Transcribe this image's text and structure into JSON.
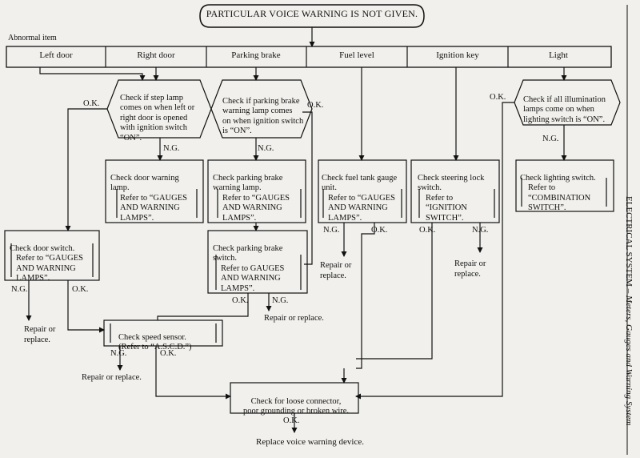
{
  "title": "PARTICULAR VOICE WARNING IS NOT GIVEN.",
  "abnormal_label": "Abnormal item",
  "headers": [
    "Left door",
    "Right door",
    "Parking brake",
    "Fuel level",
    "Ignition key",
    "Light"
  ],
  "checks": {
    "step_lamp": [
      "Check if step lamp",
      "comes on when left or",
      "right door is opened",
      "with ignition switch",
      "“ON”."
    ],
    "parking_lamp": [
      "Check if parking brake",
      "warning lamp comes",
      "on when ignition switch",
      "is “ON”."
    ],
    "illumination": [
      "Check if all illumination",
      "lamps come on when",
      "lighting switch is “ON”."
    ],
    "door_warning_lamp": [
      "Check door warning",
      "lamp.",
      "Refer to “GAUGES",
      "AND WARNING",
      "LAMPS”."
    ],
    "parking_warning_lamp": [
      "Check parking brake",
      "warning lamp.",
      "Refer to “GAUGES",
      "AND WARNING",
      "LAMPS”."
    ],
    "fuel_gauge": [
      "Check fuel tank gauge",
      "unit.",
      "Refer to “GAUGES",
      "AND WARNING",
      "LAMPS”."
    ],
    "steering_lock": [
      "Check steering lock",
      "switch.",
      "Refer to",
      "“IGNITION",
      "SWITCH”."
    ],
    "lighting_switch": [
      "Check lighting switch.",
      "Refer to",
      "“COMBINATION",
      "SWITCH”."
    ],
    "door_switch": [
      "Check door switch.",
      "Refer to “GAUGES",
      "AND WARNING",
      "LAMPS”."
    ],
    "parking_switch": [
      "Check parking brake",
      "switch.",
      "Refer to GAUGES",
      "AND WARNING",
      "LAMPS”."
    ],
    "speed_sensor": [
      "Check speed sensor.",
      "(Refer to “A.S.C.D.”)"
    ],
    "loose_connector": [
      "Check for loose connector,",
      "poor grounding or broken wire."
    ]
  },
  "labels": {
    "ok": "O.K.",
    "ng": "N.G.",
    "repair_replace": "Repair or replace.",
    "repair_or": "Repair or",
    "replace": "replace.",
    "final": "Replace voice warning device."
  },
  "side_title": "ELECTRICAL SYSTEM",
  "side_subtitle": "– Meters, Gauges and Warning System"
}
